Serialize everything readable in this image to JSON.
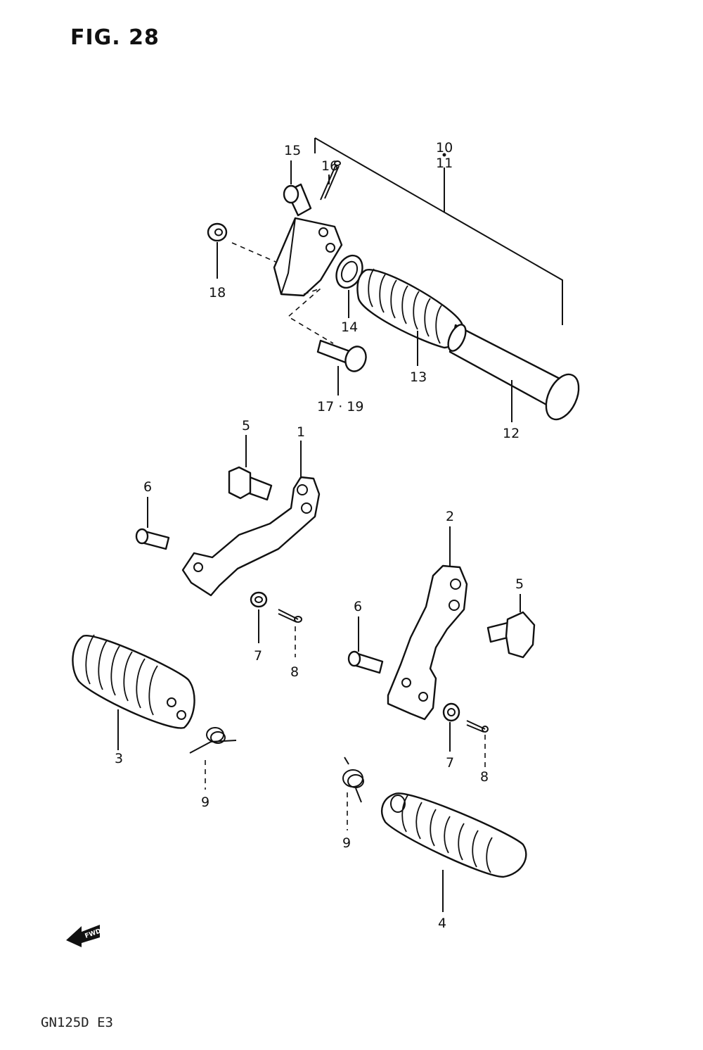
{
  "figure": {
    "title": "FIG. 28",
    "model": "GN125D  E3"
  },
  "fwd_label": "FWD",
  "labels": {
    "p1": "1",
    "p2": "2",
    "p3": "3",
    "p4": "4",
    "p5a": "5",
    "p5b": "5",
    "p6a": "6",
    "p6b": "6",
    "p7a": "7",
    "p7b": "7",
    "p8a": "8",
    "p8b": "8",
    "p9a": "9",
    "p9b": "9",
    "p10": "10",
    "p11": "11",
    "p12": "12",
    "p13": "13",
    "p14": "14",
    "p15": "15",
    "p16": "16",
    "p17_19": "17 · 19",
    "p18": "18"
  }
}
